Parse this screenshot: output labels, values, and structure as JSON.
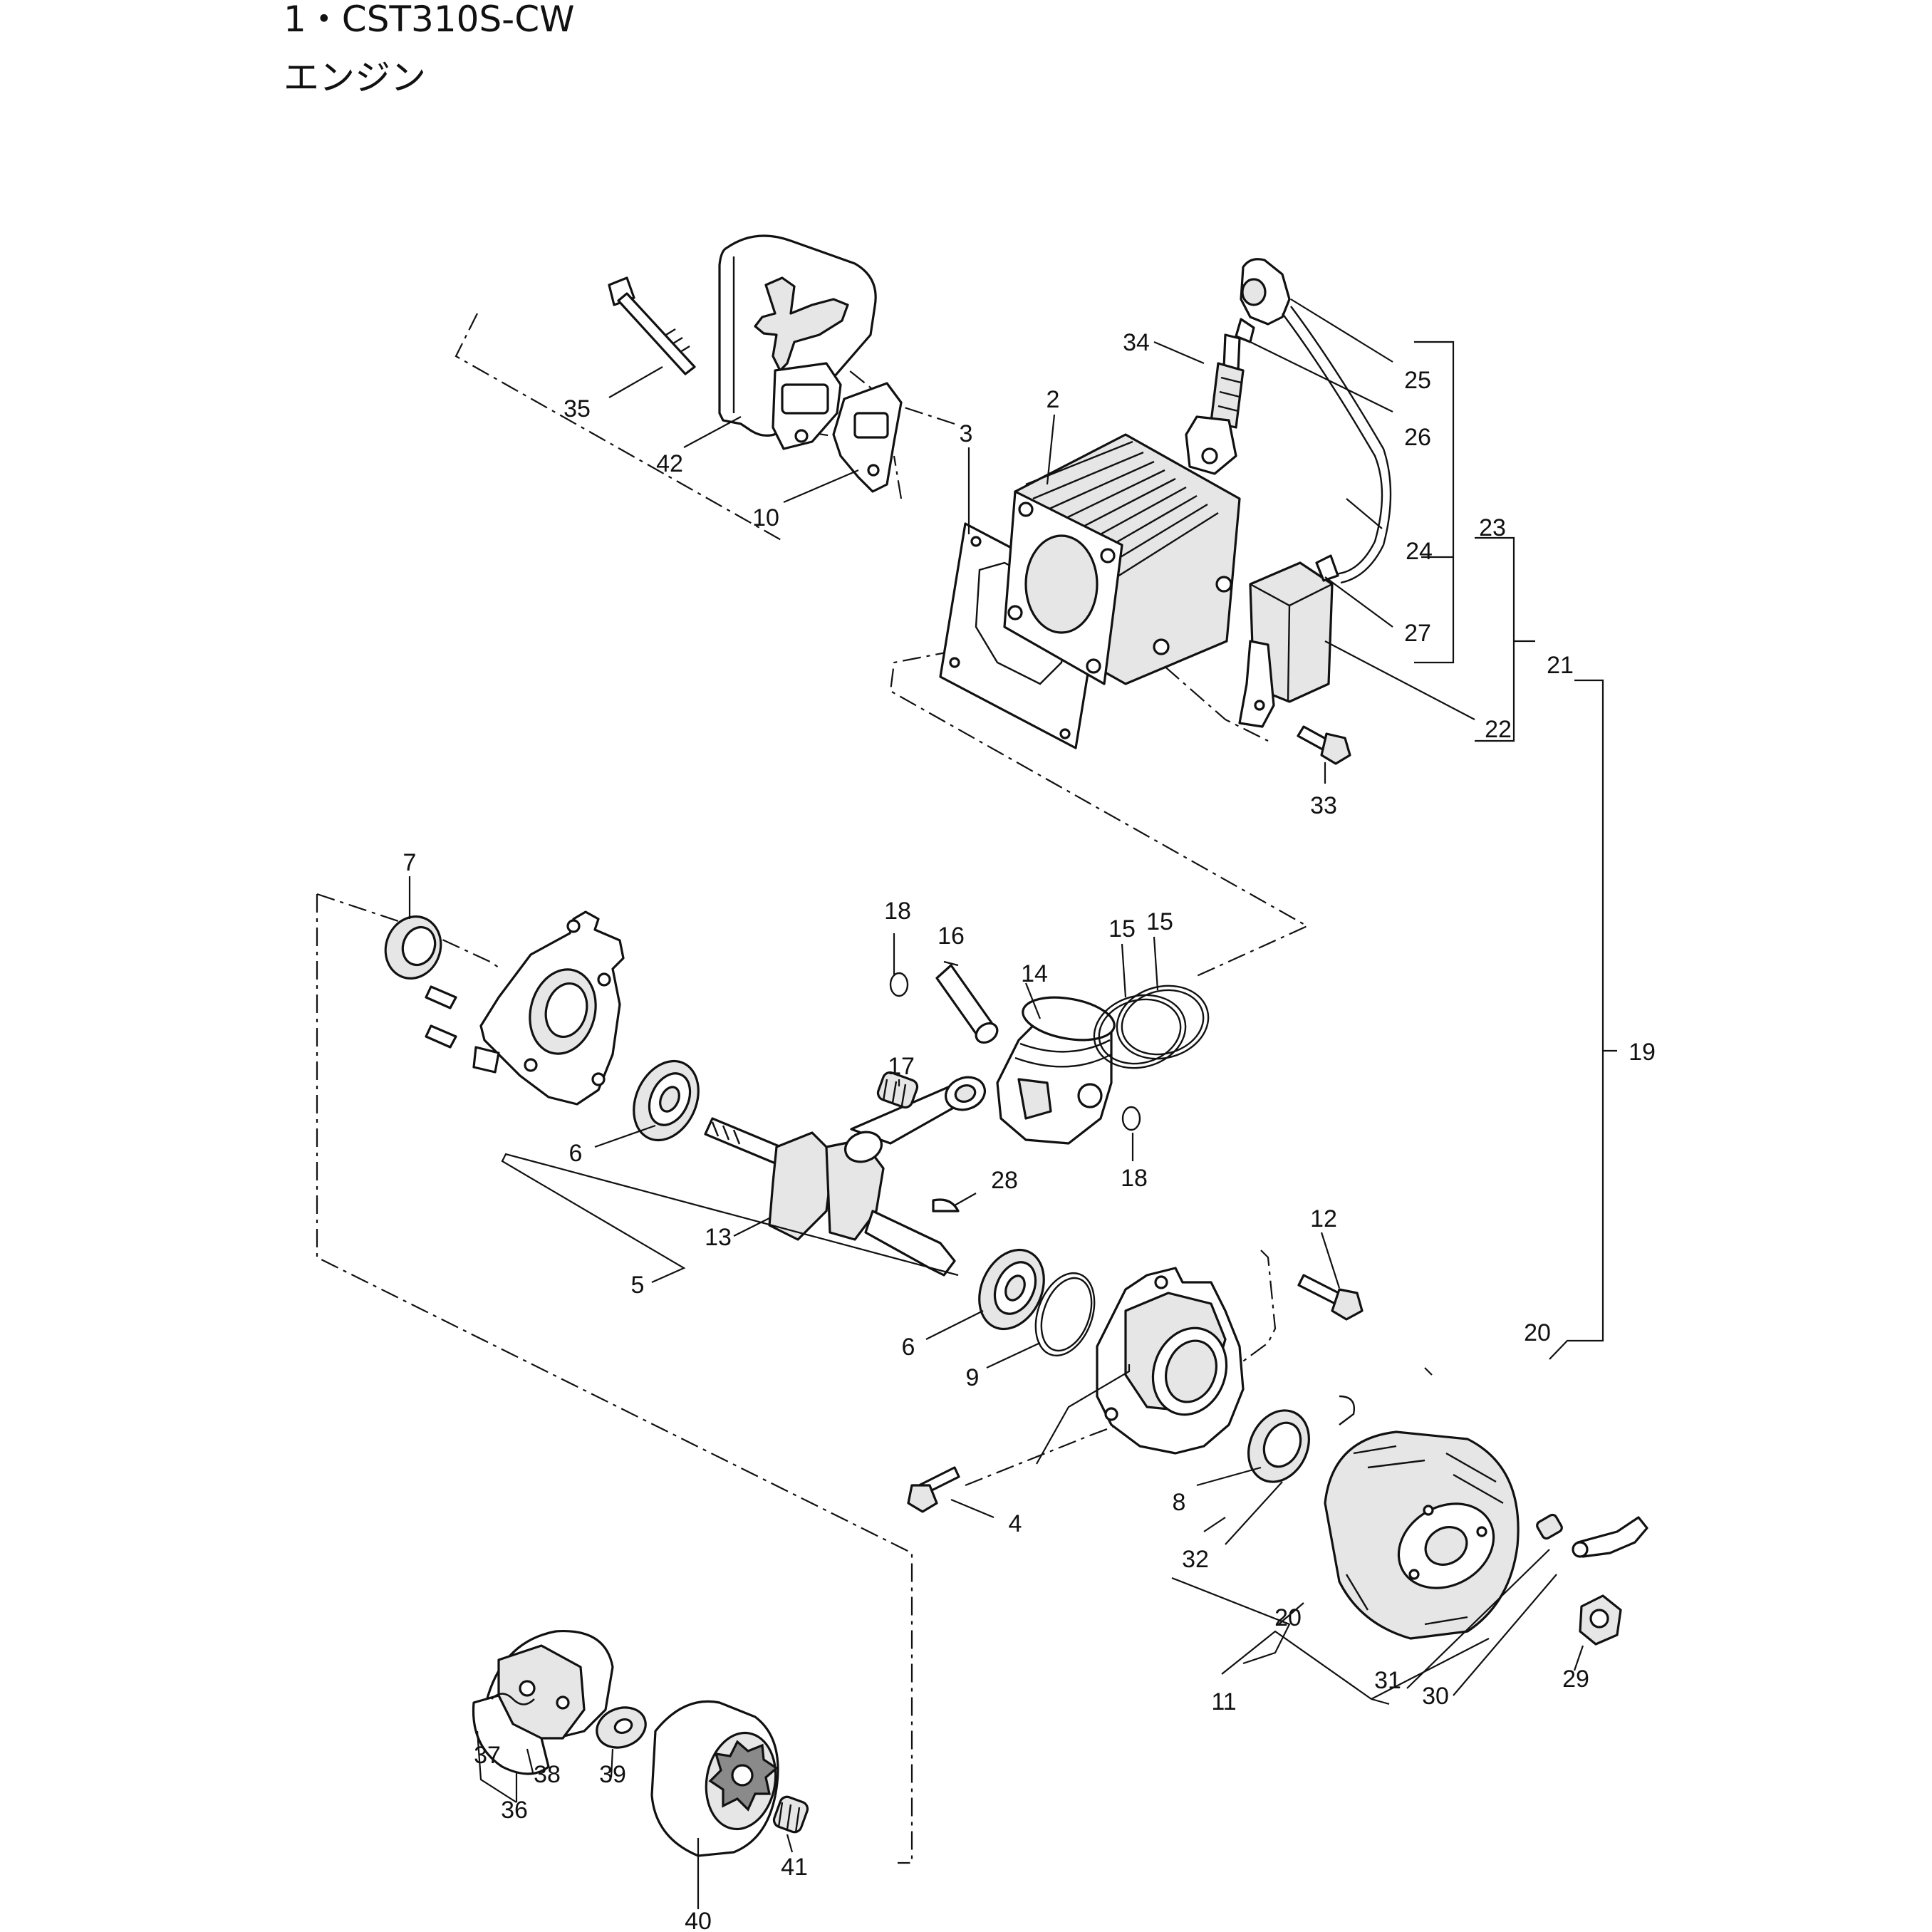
{
  "title": {
    "model": "1・CST310S-CW",
    "section": "エンジン"
  },
  "callouts": {
    "n2": "2",
    "n3": "3",
    "n4": "4",
    "n5": "5",
    "n6a": "6",
    "n6b": "6",
    "n7": "7",
    "n8": "8",
    "n9": "9",
    "n10": "10",
    "n11": "11",
    "n12": "12",
    "n13": "13",
    "n14": "14",
    "n15a": "15",
    "n15b": "15",
    "n16": "16",
    "n17": "17",
    "n18a": "18",
    "n18b": "18",
    "n19": "19",
    "n20a": "20",
    "n20b": "20",
    "n21": "21",
    "n22": "22",
    "n23": "23",
    "n24": "24",
    "n25": "25",
    "n26": "26",
    "n27": "27",
    "n28": "28",
    "n29": "29",
    "n30": "30",
    "n31": "31",
    "n32": "32",
    "n33": "33",
    "n34": "34",
    "n35": "35",
    "n36": "36",
    "n37": "37",
    "n38": "38",
    "n39": "39",
    "n40": "40",
    "n41": "41",
    "n42": "42"
  }
}
